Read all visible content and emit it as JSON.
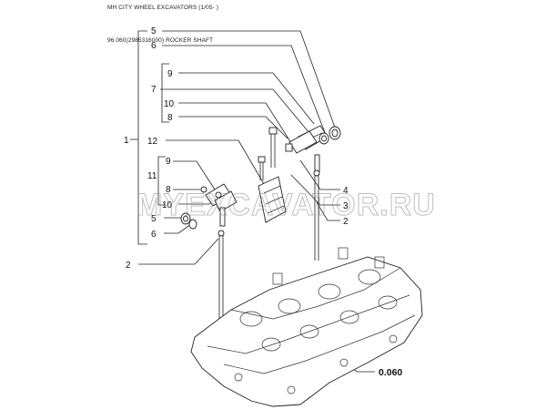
{
  "header": {
    "line1": "MH CITY WHEEL EXCAVATORS (1/05- )",
    "line2": "96.060(2985316000) ROCKER SHAFT"
  },
  "callouts": {
    "c1": "1",
    "c2a": "2",
    "c2b": "2",
    "c3": "3",
    "c4": "4",
    "c5a": "5",
    "c5b": "5",
    "c6a": "6",
    "c6b": "6",
    "c7": "7",
    "c8a": "8",
    "c8b": "8",
    "c9a": "9",
    "c9b": "9",
    "c10a": "10",
    "c10b": "10",
    "c11": "11",
    "c12": "12"
  },
  "reference": "0.060",
  "watermark": "MYEXCAVATOR.RU"
}
